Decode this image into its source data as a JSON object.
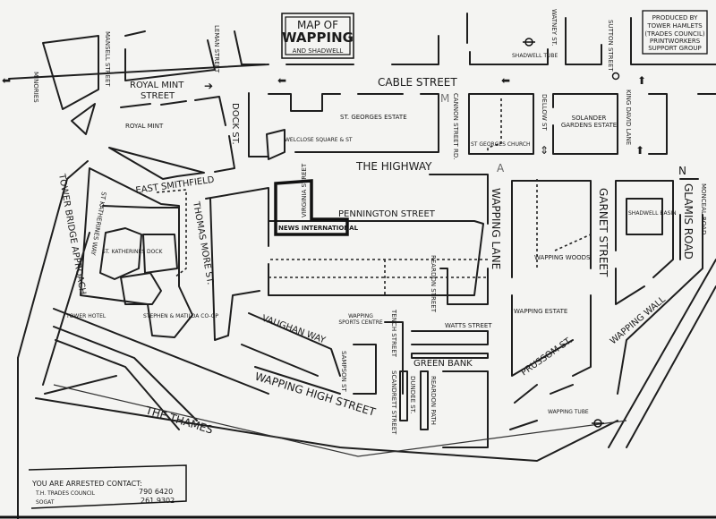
{
  "title_box": {
    "line1": "MAP OF",
    "line2": "WAPPING",
    "line3": "AND SHADWELL"
  },
  "credit_box": {
    "lines": [
      "PRODUCED BY",
      "TOWER HAMLETS",
      "(TRADES COUNCIL)",
      "PRINTWORKERS",
      "SUPPORT GROUP"
    ]
  },
  "streets": {
    "minories": "MINORIES",
    "mansell": "MANSELL STREET",
    "leman": "LEMAN STREET",
    "royal_mint_street_1": "ROYAL MINT",
    "royal_mint_street_2": "STREET",
    "dock": "DOCK ST.",
    "cable": "CABLE STREET",
    "cannon": "CANNON STREET RD.",
    "dellow": "DELLOW ST",
    "king_david": "KING DAVID LANE",
    "watney": "WATNEY ST.",
    "sutton": "SUTTON STREET",
    "highway": "THE HIGHWAY",
    "east_smithfield": "EAST SMITHFIELD",
    "virginia": "VIRGINIA STREET",
    "pennington": "PENNINGTON STREET",
    "tower_bridge": "TOWER BRIDGE APPROACH",
    "st_katherines_way": "ST KATHERINES WAY",
    "thomas_more": "THOMAS MORE ST.",
    "vaughan": "VAUGHAN WAY",
    "sampson": "SAMPSON ST",
    "reardon_street": "REARDON STREET",
    "tench": "TENCH STREET",
    "watts": "WATTS STREET",
    "green_bank": "GREEN BANK",
    "scandrett": "SCANDRETT STREET",
    "dundee": "DUNDEE ST.",
    "reardon_path": "REARDON PATH",
    "wapping_high": "WAPPING HIGH STREET",
    "wapping_lane": "WAPPING LANE",
    "prussom": "PRUSSOM ST.",
    "garnet": "GARNET STREET",
    "glamis": "GLAMIS ROAD",
    "monceal": "MONCEAL ROAD",
    "wapping_wall": "WAPPING WALL"
  },
  "places": {
    "royal_mint": "ROYAL MINT",
    "st_georges_estate": "ST. GEORGES ESTATE",
    "welclose": "WELCLOSE SQUARE & ST",
    "st_georges_church": "ST GEORGES CHURCH",
    "solander": "SOLANDER GARDENS ESTATE",
    "shadwell_tube": "SHADWELL TUBE",
    "news_international": "NEWS INTERNATIONAL",
    "st_katherines_dock": "ST. KATHERINES DOCK",
    "tower_hotel": "TOWER HOTEL",
    "stephen_matilda": "STEPHEN & MATILDA CO-OP",
    "sports_centre": "WAPPING SPORTS CENTRE",
    "wapping_woods": "WAPPING WOODS",
    "wapping_estate": "WAPPING ESTATE",
    "shadwell_basin": "SHADWELL BASIN",
    "wapping_tube": "WAPPING TUBE",
    "thames": "THE THAMES"
  },
  "markers": {
    "north": "N",
    "a_marker": "A",
    "m_marker": "M"
  },
  "arrest_box": {
    "line1": "YOU ARE ARRESTED CONTACT:",
    "org1": "T.H. TRADES COUNCIL",
    "org2": "SOGAT",
    "phone1": "790 6420",
    "phone2": "261 9302"
  }
}
